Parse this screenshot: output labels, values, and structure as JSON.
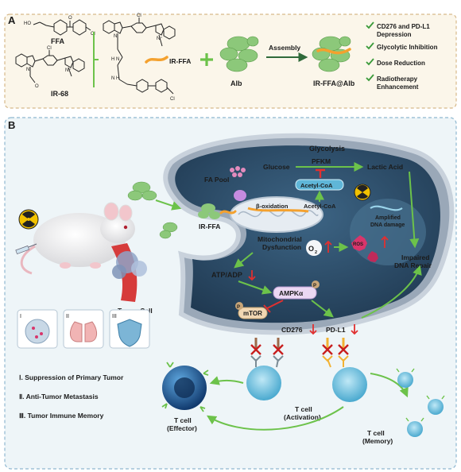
{
  "panel_a": {
    "letter": "A",
    "ffa_label": "FFA",
    "ir68_label": "IR-68",
    "irffa_label": "IR-FFA",
    "alb_label": "Alb",
    "assembly_label": "Assembly",
    "product_label": "IR-FFA@Alb",
    "benefits": [
      "CD276 and PD-L1",
      "Depression",
      "Glycolytic Inhibition",
      "Dose Reduction",
      "Radiotherapy",
      "Enhancement"
    ],
    "atoms": {
      "cl": "Cl",
      "n": "N",
      "n_plus": "N⁺",
      "o": "O",
      "oh": "HO",
      "hn": "H N",
      "nh": "N H"
    }
  },
  "panel_b": {
    "letter": "B",
    "glycolysis": "Glycolysis",
    "glucose": "Glucose",
    "pfkm": "PFKM",
    "lactic_acid": "Lactic Acid",
    "fa_pool": "FA Pool",
    "acetyl_coa": "Acetyl-CoA",
    "beta_oxidation": "β-oxidation",
    "acetyl_coa_2": "Acetyl-CoA",
    "amplified_1": "Amplified",
    "amplified_2": "DNA damage",
    "ir_ffa": "IR-FFA",
    "mito_1": "Mitochondrial",
    "mito_2": "Dysfunction",
    "o2": "O",
    "o2_sub": "2",
    "ros": "ROS",
    "impaired_1": "Impaired",
    "impaired_2": "DNA Repair",
    "atp_adp": "ATP/ADP",
    "ampk": "AMPKα",
    "p": "P",
    "mtor": "mTOR",
    "cd276": "CD276",
    "pdl1": "PD-L1",
    "tumor_cell": "Tumor Cell",
    "roman": [
      "I",
      "II",
      "III"
    ],
    "legend": [
      "Ⅰ. Suppression of Primary Tumor",
      "Ⅱ. Anti-Tumor Metastasis",
      "Ⅲ. Tumor Immune Memory"
    ],
    "t_activation_1": "T cell",
    "t_activation_2": "(Activation)",
    "t_effector_1": "T cell",
    "t_effector_2": "(Effector)",
    "t_memory_1": "T cell",
    "t_memory_2": "(Memory)"
  },
  "colors": {
    "panel_a_bg": "#fbf6ea",
    "panel_a_border": "#d7b98a",
    "panel_b_bg": "#eef5f8",
    "panel_b_border": "#8fb8d0",
    "cell_dark": "#2b4a66",
    "arrow_green": "#6cc24a",
    "check_green": "#3a9a3a",
    "down_red": "#e03030",
    "ros_pink": "#d8356b",
    "protein_green": "#8cc87a",
    "dye_orange": "#f4a12e",
    "tcell_blue": "#6fc3e0"
  }
}
